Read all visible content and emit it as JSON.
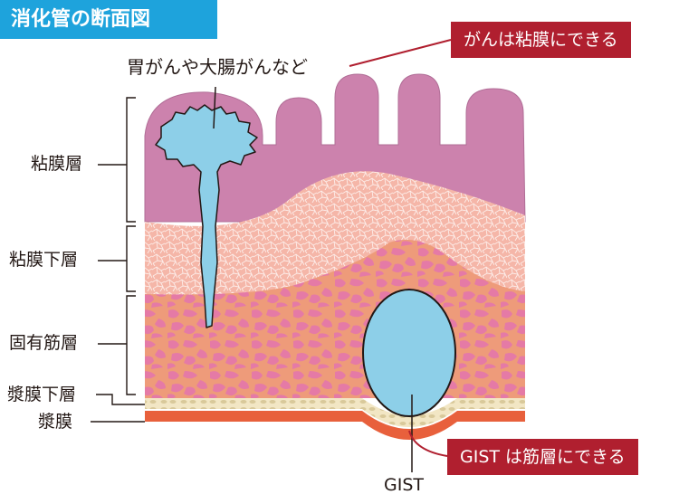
{
  "title": "消化管の断面図",
  "callouts": {
    "mucosa_cancer": "がんは粘膜にできる",
    "gist_location": "GIST は筋層にできる"
  },
  "tumor_labels": {
    "cancer": "胃がんや大腸がんなど",
    "gist": "GIST"
  },
  "layers": [
    {
      "name": "粘膜層",
      "color": "#cc82ad"
    },
    {
      "name": "粘膜下層",
      "color": "#f5b6a8"
    },
    {
      "name": "固有筋層",
      "color": "#ee9b7a"
    },
    {
      "name": "漿膜下層",
      "color": "#eedfb0"
    },
    {
      "name": "漿膜",
      "color": "#e8603c"
    }
  ],
  "colors": {
    "tumor": "#8dcfe8",
    "accent_red": "#b01f2f",
    "title_blue": "#1ea3dc",
    "muscle_spots": "#e57aa6"
  }
}
